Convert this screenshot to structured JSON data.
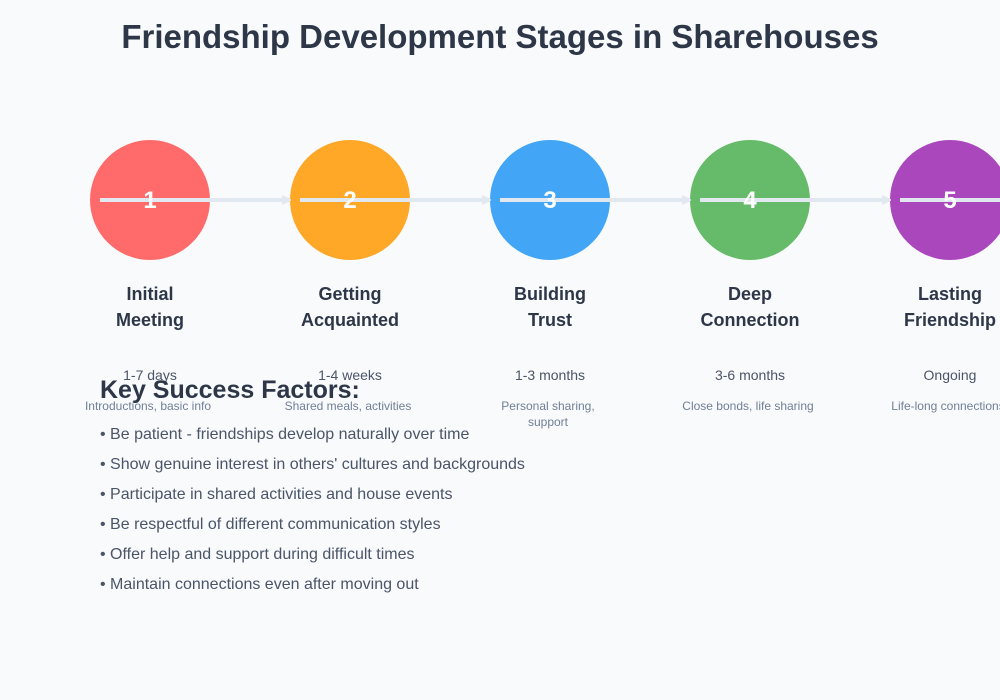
{
  "title": "Friendship Development Stages in Sharehouses",
  "stages": [
    {
      "number": "1",
      "name_lines": [
        "Initial",
        "Meeting"
      ],
      "duration": "1-7 days",
      "desc_lines": [
        "Introductions, basic info"
      ],
      "color": "#ff6b6b"
    },
    {
      "number": "2",
      "name_lines": [
        "Getting",
        "Acquainted"
      ],
      "duration": "1-4 weeks",
      "desc_lines": [
        "Shared meals, activities"
      ],
      "color": "#ffa726"
    },
    {
      "number": "3",
      "name_lines": [
        "Building",
        "Trust"
      ],
      "duration": "1-3 months",
      "desc_lines": [
        "Personal sharing,",
        "support"
      ],
      "color": "#42a5f5"
    },
    {
      "number": "4",
      "name_lines": [
        "Deep",
        "Connection"
      ],
      "duration": "3-6 months",
      "desc_lines": [
        "Close bonds, life sharing"
      ],
      "color": "#66bb6a"
    },
    {
      "number": "5",
      "name_lines": [
        "Lasting",
        "Friendship"
      ],
      "duration": "Ongoing",
      "desc_lines": [
        "Life-long connections"
      ],
      "color": "#ab47bc"
    }
  ],
  "connector_color": "#e2e8f0",
  "factors": {
    "title": "Key Success Factors:",
    "items": [
      "• Be patient - friendships develop naturally over time",
      "• Show genuine interest in others' cultures and backgrounds",
      "• Participate in shared activities and house events",
      "• Be respectful of different communication styles",
      "• Offer help and support during difficult times",
      "• Maintain connections even after moving out"
    ]
  }
}
